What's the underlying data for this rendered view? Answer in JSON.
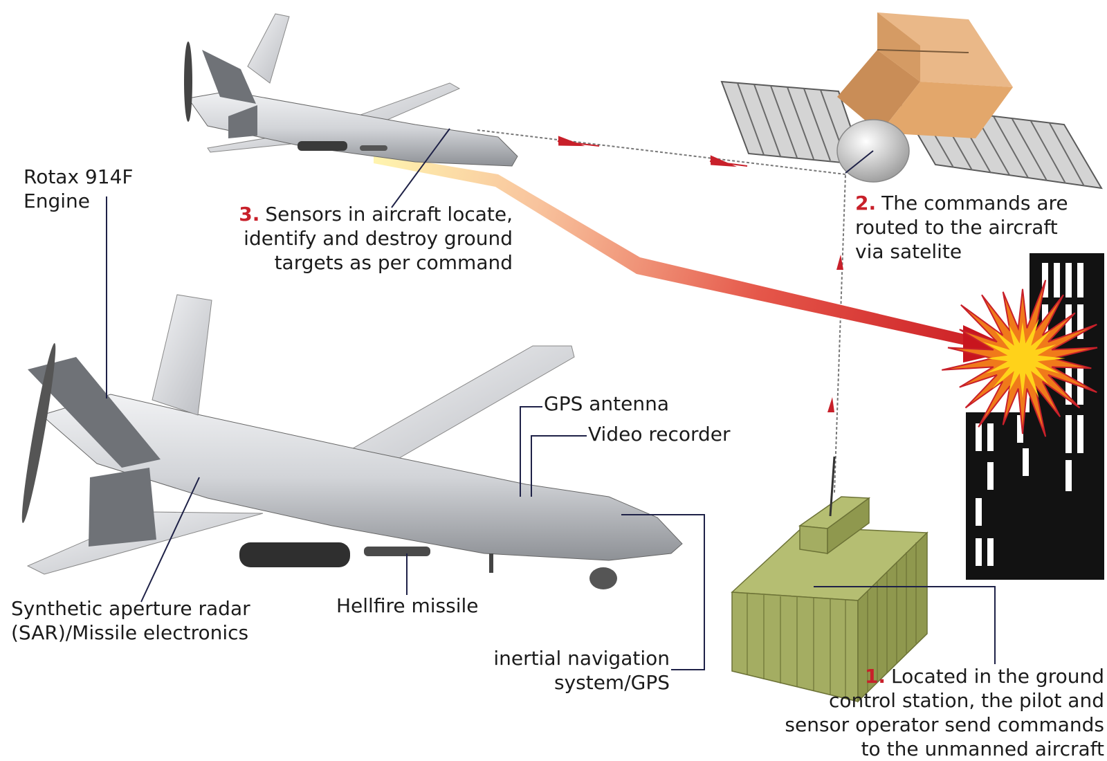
{
  "colors": {
    "accent_red": "#c8202a",
    "leader_line": "#1e2147",
    "aircraft_body": "#d6d8dc",
    "satellite_box": "#e0ae7c",
    "ground_station": "#a4ad62",
    "building": "#121212"
  },
  "icons": {
    "large_aircraft": "uav-drone-icon",
    "small_aircraft": "uav-drone-icon",
    "satellite": "satellite-icon",
    "ground_station": "control-station-icon",
    "target_building": "building-icon",
    "explosion": "explosion-icon"
  },
  "steps": [
    {
      "number": "1.",
      "lines": [
        "Located in the ground",
        "control station, the pilot and",
        "sensor operator send commands",
        "to the unmanned aircraft"
      ]
    },
    {
      "number": "2.",
      "lines": [
        "The commands are",
        "routed to the aircraft",
        "via satelite"
      ]
    },
    {
      "number": "3.",
      "lines": [
        "Sensors in aircraft locate,",
        "identify and destroy ground",
        "targets as per command"
      ]
    }
  ],
  "components": {
    "engine": [
      "Rotax 914F",
      "Engine"
    ],
    "gps_antenna": "GPS antenna",
    "video_recorder": "Video recorder",
    "sar": [
      "Synthetic aperture radar",
      "(SAR)/Missile electronics"
    ],
    "hellfire": "Hellfire missile",
    "ins": [
      "inertial navigation",
      "system/GPS"
    ]
  }
}
